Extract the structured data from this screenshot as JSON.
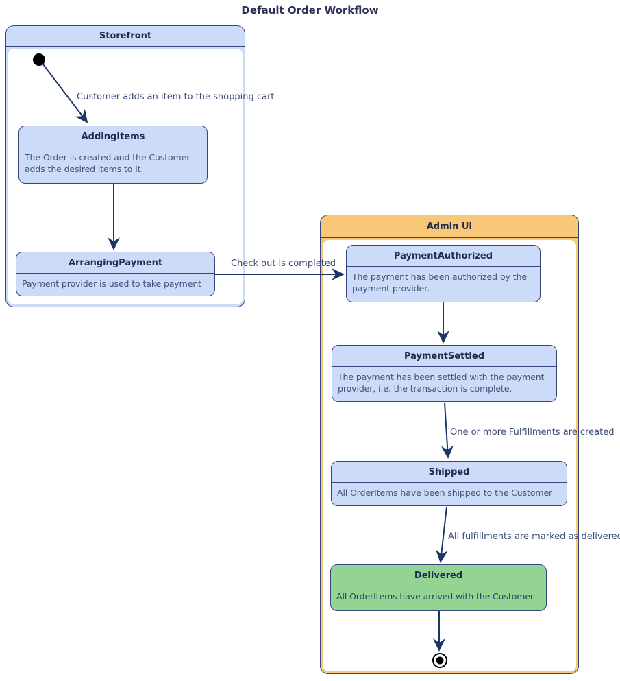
{
  "title": "Default Order Workflow",
  "colors": {
    "state_fill": "#ccdbf8",
    "state_border": "#36457d",
    "container_admin_fill": "#f8c778",
    "delivered_fill": "#93d492",
    "arrow": "#1e3667"
  },
  "containers": {
    "storefront": {
      "label": "Storefront"
    },
    "admin_ui": {
      "label": "Admin UI"
    }
  },
  "states": {
    "adding_items": {
      "name": "AddingItems",
      "description": "The Order is created and the Customer adds the desired items to it."
    },
    "arranging_payment": {
      "name": "ArrangingPayment",
      "description": "Payment provider is used to take payment"
    },
    "payment_authorized": {
      "name": "PaymentAuthorized",
      "description": "The payment has been authorized by the payment provider."
    },
    "payment_settled": {
      "name": "PaymentSettled",
      "description": "The payment has been settled with the payment provider, i.e. the transaction is complete."
    },
    "shipped": {
      "name": "Shipped",
      "description": "All OrderItems have been shipped to the Customer"
    },
    "delivered": {
      "name": "Delivered",
      "description": "All OrderItems have arrived with the Customer"
    }
  },
  "transitions": {
    "add_to_cart": {
      "label": "Customer adds an item to the shopping cart"
    },
    "checkout": {
      "label": "Check out is completed"
    },
    "fulfillments_created": {
      "label": "One or more Fulfillments are created"
    },
    "fulfillments_delivered": {
      "label": "All fulfillments are marked as delivered"
    }
  }
}
